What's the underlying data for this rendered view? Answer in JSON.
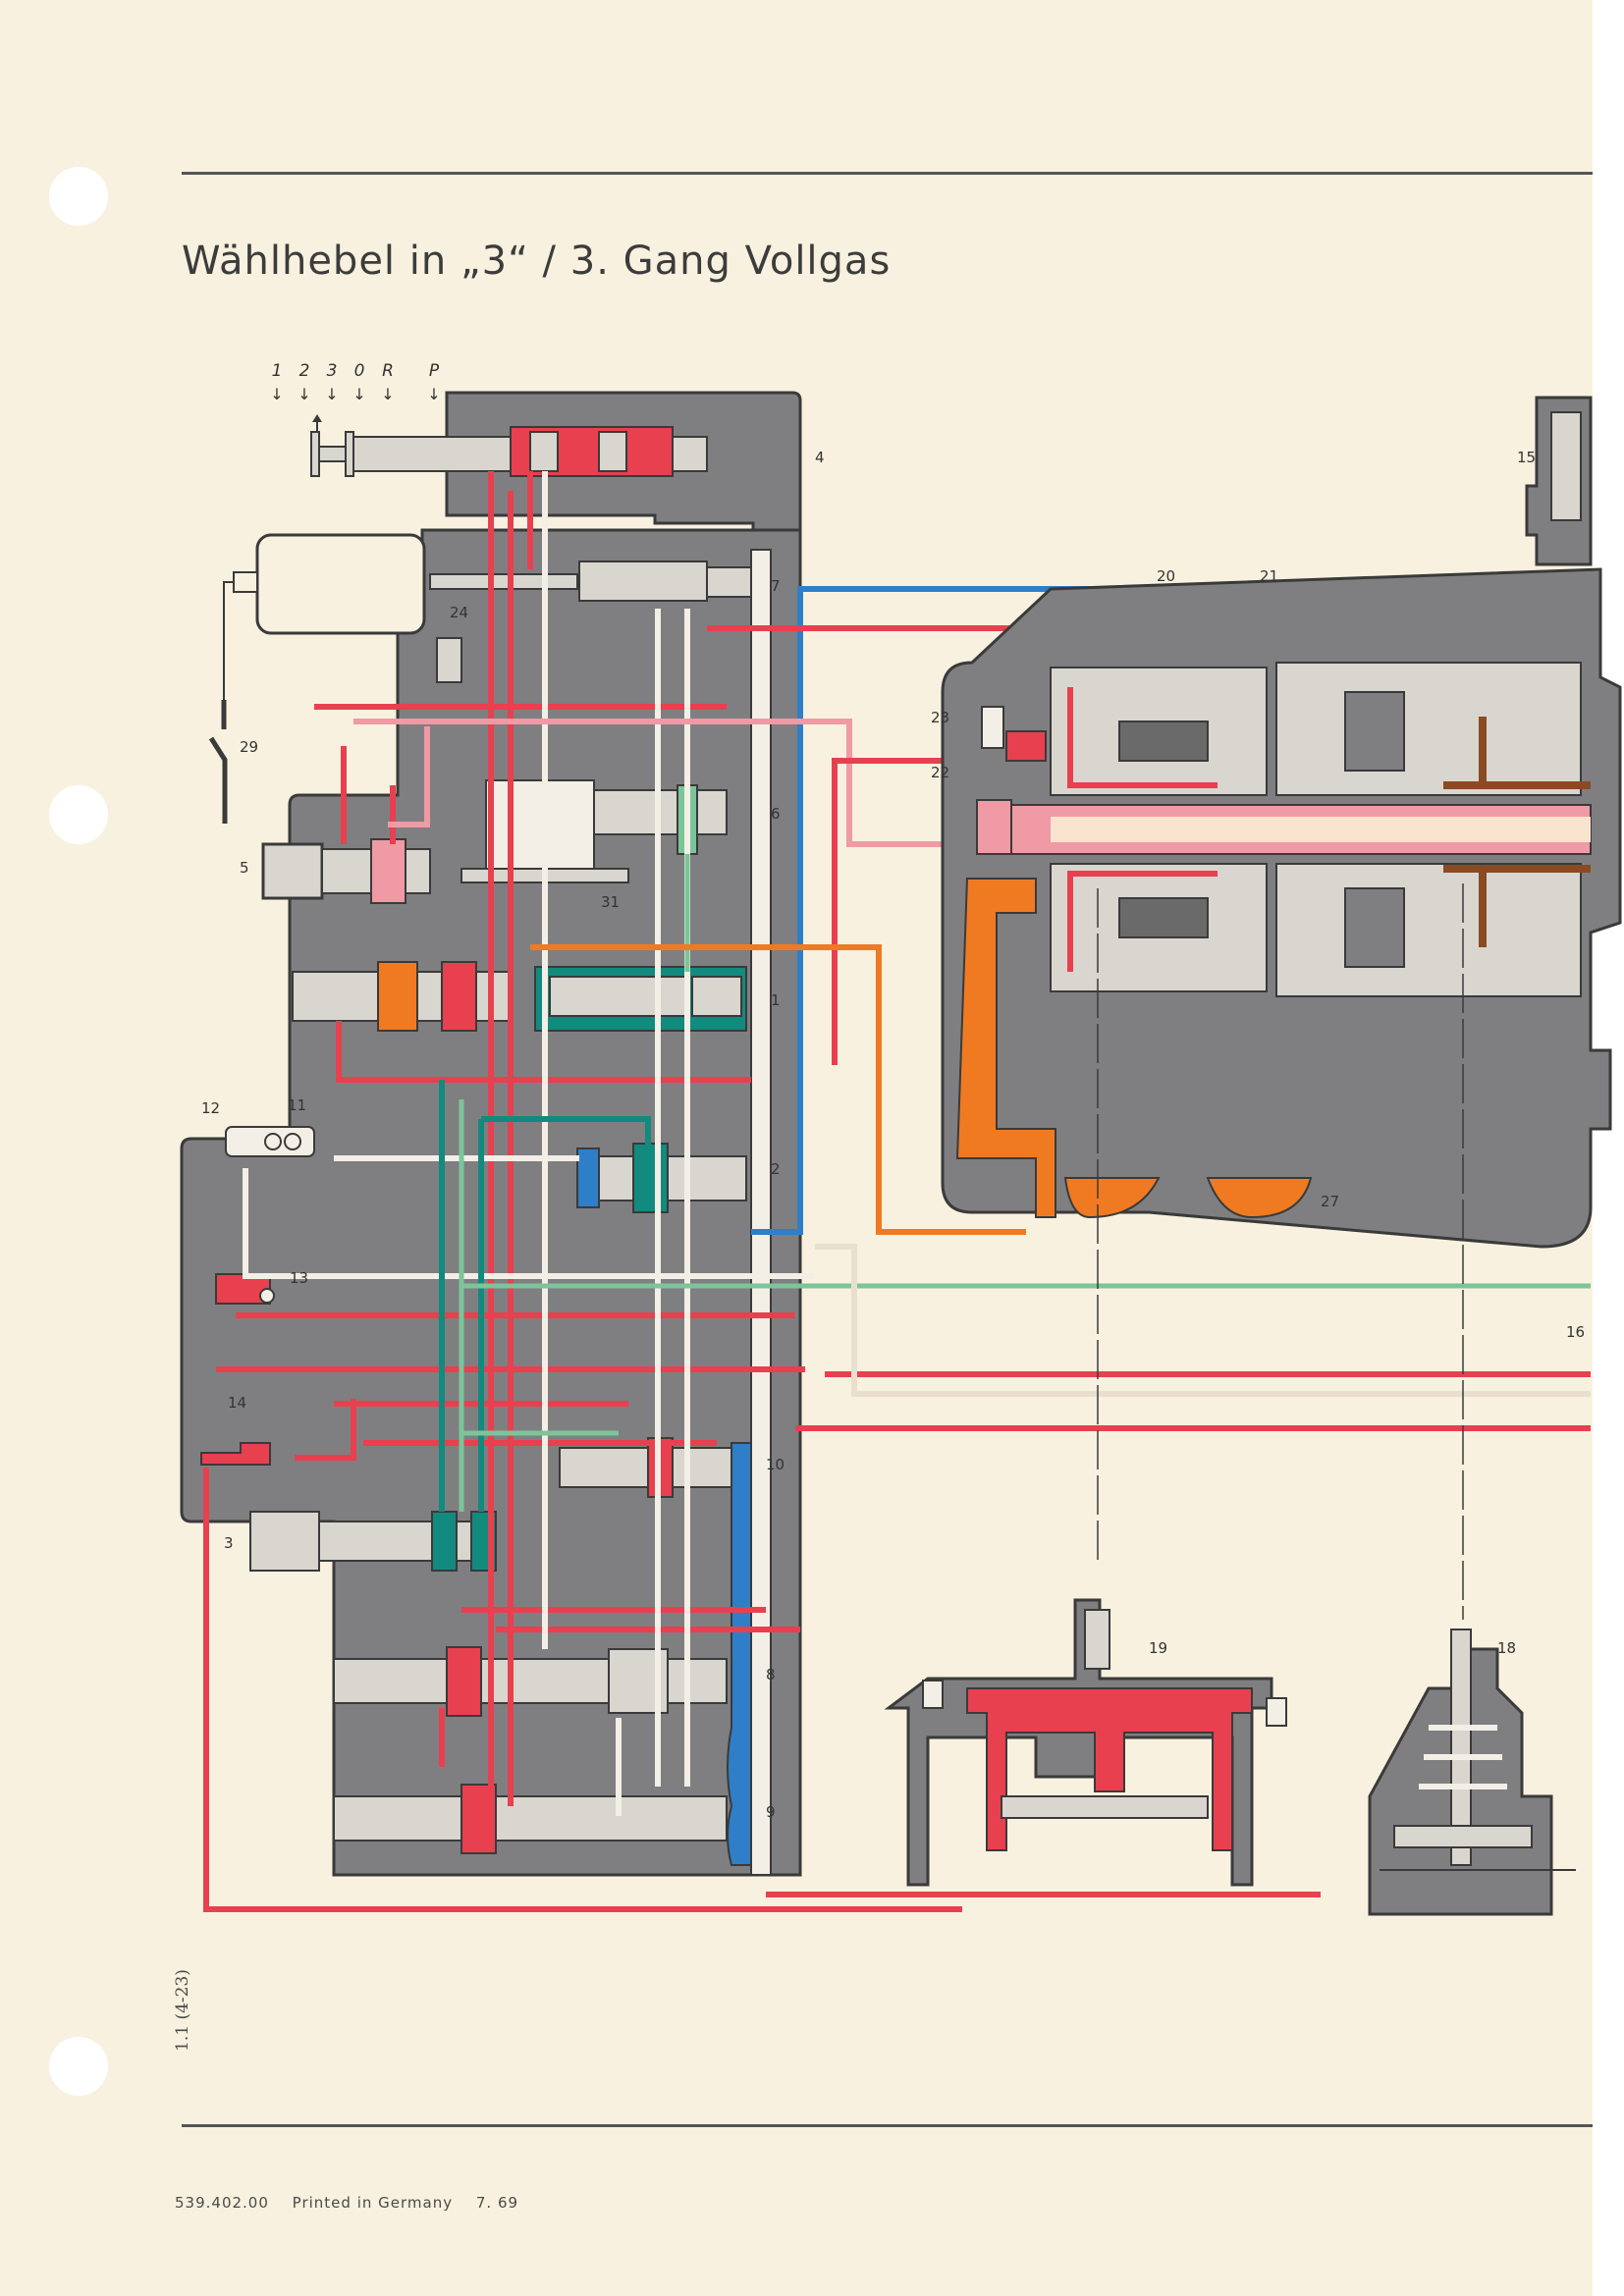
{
  "page": {
    "title": "Wählhebel in „3“ / 3. Gang Vollgas",
    "side_code": "1.1 (4-23)",
    "footer": {
      "part_number": "539.402.00",
      "printed": "Printed in Germany",
      "date": "7. 69"
    }
  },
  "selector": {
    "positions": [
      "1",
      "2",
      "3",
      "0",
      "R",
      "P"
    ],
    "active": "3"
  },
  "callouts": {
    "c1": "1",
    "c2": "2",
    "c3": "3",
    "c4": "4",
    "c5": "5",
    "c6": "6",
    "c7": "7",
    "c8": "8",
    "c9": "9",
    "c10": "10",
    "c11": "11",
    "c12": "12",
    "c13": "13",
    "c14": "14",
    "c15": "15",
    "c16": "16",
    "c18": "18",
    "c19": "19",
    "c20": "20",
    "c21": "21",
    "c22": "22",
    "c23": "23",
    "c24": "24",
    "c27": "27",
    "c29": "29",
    "c31": "31"
  },
  "colors": {
    "paper": "#f8f1df",
    "housing": "#7f7f82",
    "spool": "#d9d6cf",
    "main_pressure_red": "#e8404f",
    "secondary_pink": "#ef9aa4",
    "orange": "#f07a22",
    "blue": "#2f7fc8",
    "teal": "#138a7e",
    "light_green": "#7cc49a",
    "brown": "#8a4a22",
    "line_white": "#f3efe6",
    "outline": "#3a3a3a"
  }
}
